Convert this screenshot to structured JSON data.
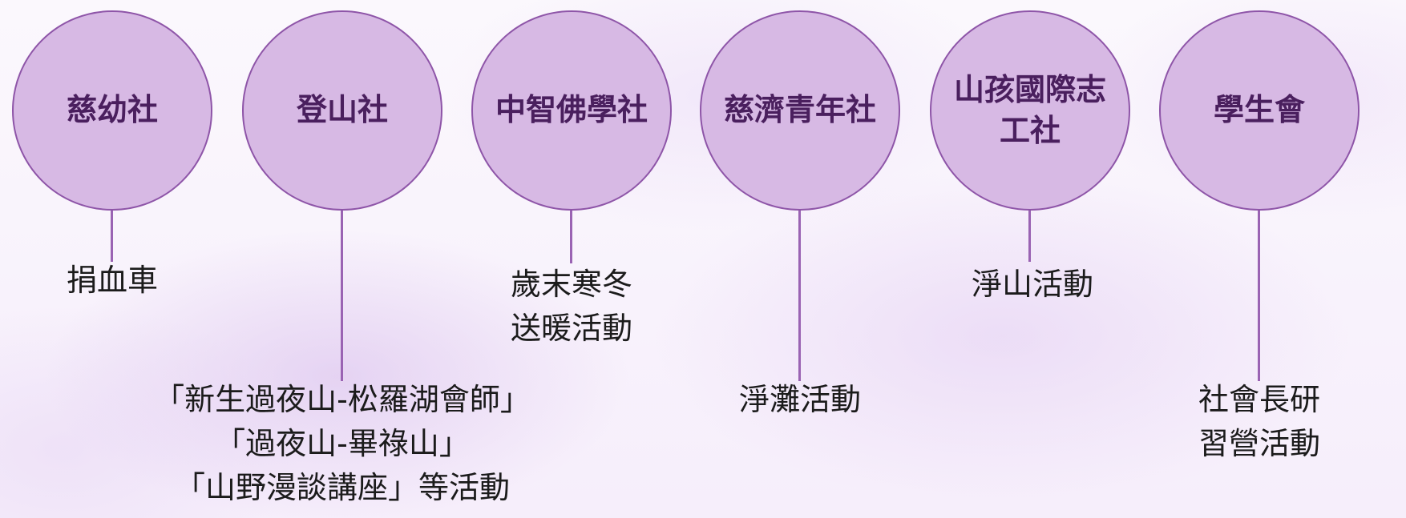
{
  "nodes": [
    {
      "name": "慈幼社",
      "activity": "捐血車"
    },
    {
      "name": "登山社",
      "activity": "「新生過夜山-松羅湖會師」\n「過夜山-畢祿山」\n「山野漫談講座」等活動"
    },
    {
      "name": "中智佛學社",
      "activity": "歲末寒冬\n送暖活動"
    },
    {
      "name": "慈濟青年社",
      "activity": "淨灘活動"
    },
    {
      "name": "山孩國際志\n工社",
      "activity": "淨山活動"
    },
    {
      "name": "學生會",
      "activity": "社會長研習營活動"
    }
  ],
  "colors": {
    "circle_fill": "#d7b9e4",
    "circle_border": "#8e55a8",
    "circle_text": "#4a1f5e",
    "connector": "#9a63b3",
    "activity_text": "#1b1b1b"
  }
}
